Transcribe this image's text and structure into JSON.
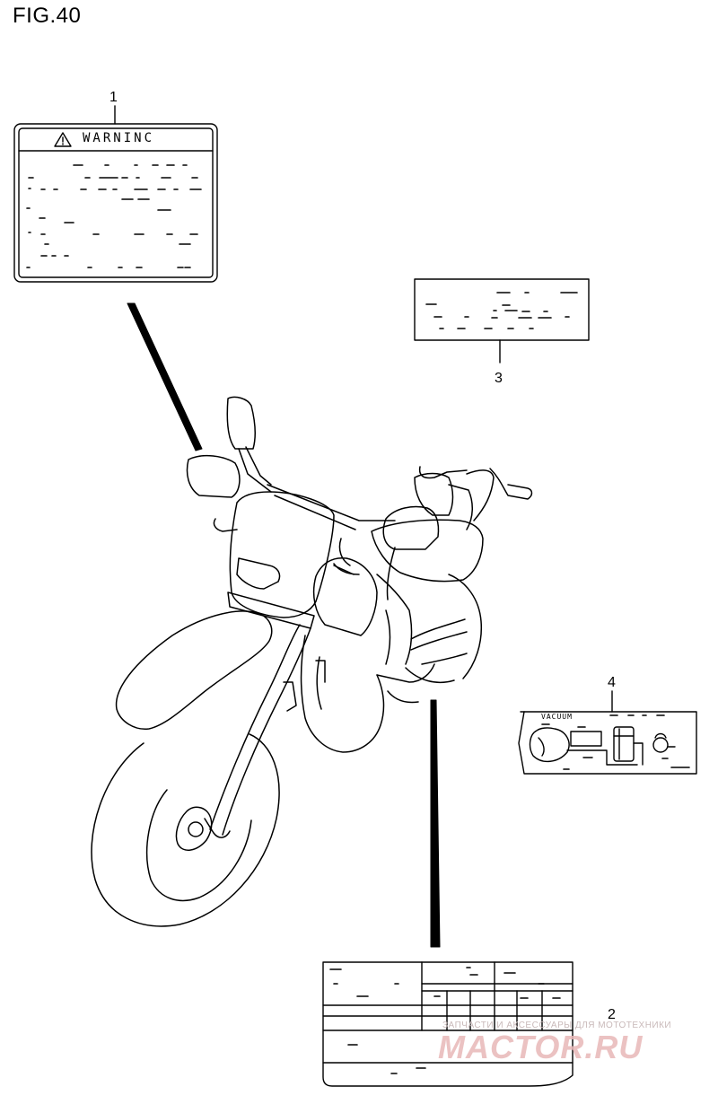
{
  "figure": {
    "title": "FIG.40"
  },
  "callouts": [
    {
      "id": "1",
      "label": "1"
    },
    {
      "id": "2",
      "label": "2"
    },
    {
      "id": "3",
      "label": "3"
    },
    {
      "id": "4",
      "label": "4"
    }
  ],
  "labels": {
    "warning_heading": "WARNINC",
    "vacuum_heading": "VACUUM"
  },
  "watermark": {
    "caption": "ЗАПЧАСТИ И АКСЕССУАРЫ ДЛЯ МОТОТЕХНИКИ",
    "site": "MACTOR.RU"
  },
  "colors": {
    "line": "#000000",
    "watermark": "#e8b8b8"
  }
}
